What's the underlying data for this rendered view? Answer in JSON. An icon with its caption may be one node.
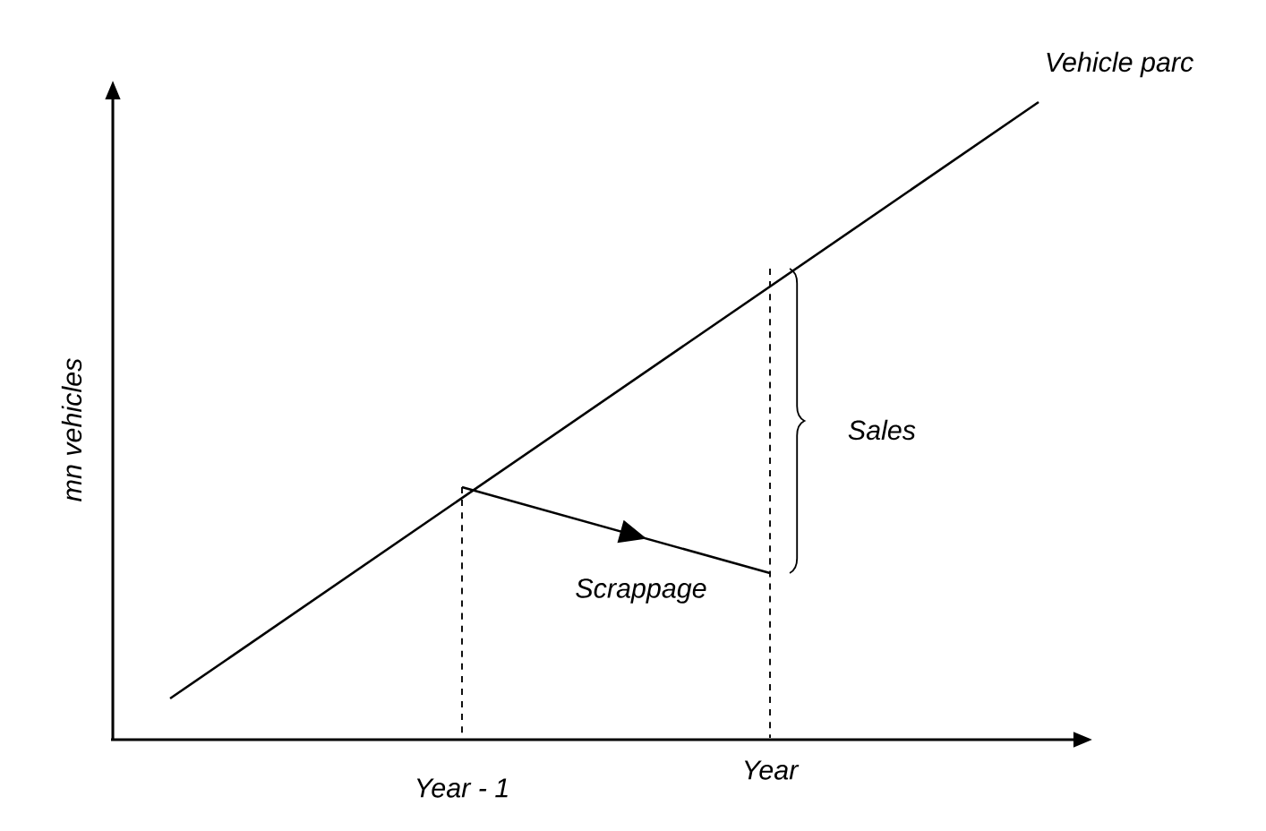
{
  "diagram": {
    "labels": [
      "Vehicle parc",
      "mn vehicles",
      "Sales",
      "Scrappage",
      "Year",
      "Year - 1"
    ]
  }
}
